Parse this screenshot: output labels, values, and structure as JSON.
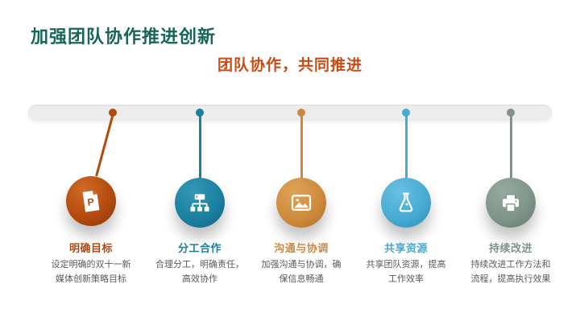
{
  "slide": {
    "title": "加强团队协作推进创新",
    "title_color": "#17655a",
    "subtitle": "团队协作，共同推进",
    "subtitle_color": "#cc4a12"
  },
  "timeline": {
    "bar_color": "#ececec",
    "description_text_color": "#595959",
    "items": [
      {
        "label": "明确目标",
        "description": "设定明确的双十一新媒体创新策略目标",
        "desc_lines": [
          "设定明确的双十一新",
          "媒体创新策略目标"
        ],
        "icon": "presentation-file-icon",
        "icon_letter": "P",
        "color": "#b24a10",
        "color_light": "#d06a24",
        "color_dark": "#8a3807"
      },
      {
        "label": "分工合作",
        "description": "合理分工，明确责任，高效协作",
        "desc_lines": [
          "合理分工，明确责任，",
          "高效协作"
        ],
        "icon": "org-chart-icon",
        "color": "#1b7fa0",
        "color_light": "#3398b6",
        "color_dark": "#126381"
      },
      {
        "label": "沟通与协调",
        "description": "加强沟通与协调，确保信息畅通",
        "desc_lines": [
          "加强沟通与协调，确",
          "保信息畅通"
        ],
        "icon": "image-icon",
        "color": "#cd8a3c",
        "color_light": "#dfa356",
        "color_dark": "#ad6f28"
      },
      {
        "label": "共享资源",
        "description": "共享团队资源，提高工作效率",
        "desc_lines": [
          "共享团队资源，提高",
          "工作效率"
        ],
        "icon": "flask-icon",
        "color": "#46aad2",
        "color_light": "#67c0e0",
        "color_dark": "#2e8cb4"
      },
      {
        "label": "持续改进",
        "description": "持续改进工作方法和流程，提高执行效果",
        "desc_lines": [
          "持续改进工作方法和",
          "流程，提高执行效果"
        ],
        "icon": "printer-icon",
        "color": "#7e9489",
        "color_light": "#97aa9f",
        "color_dark": "#63796e"
      }
    ]
  }
}
